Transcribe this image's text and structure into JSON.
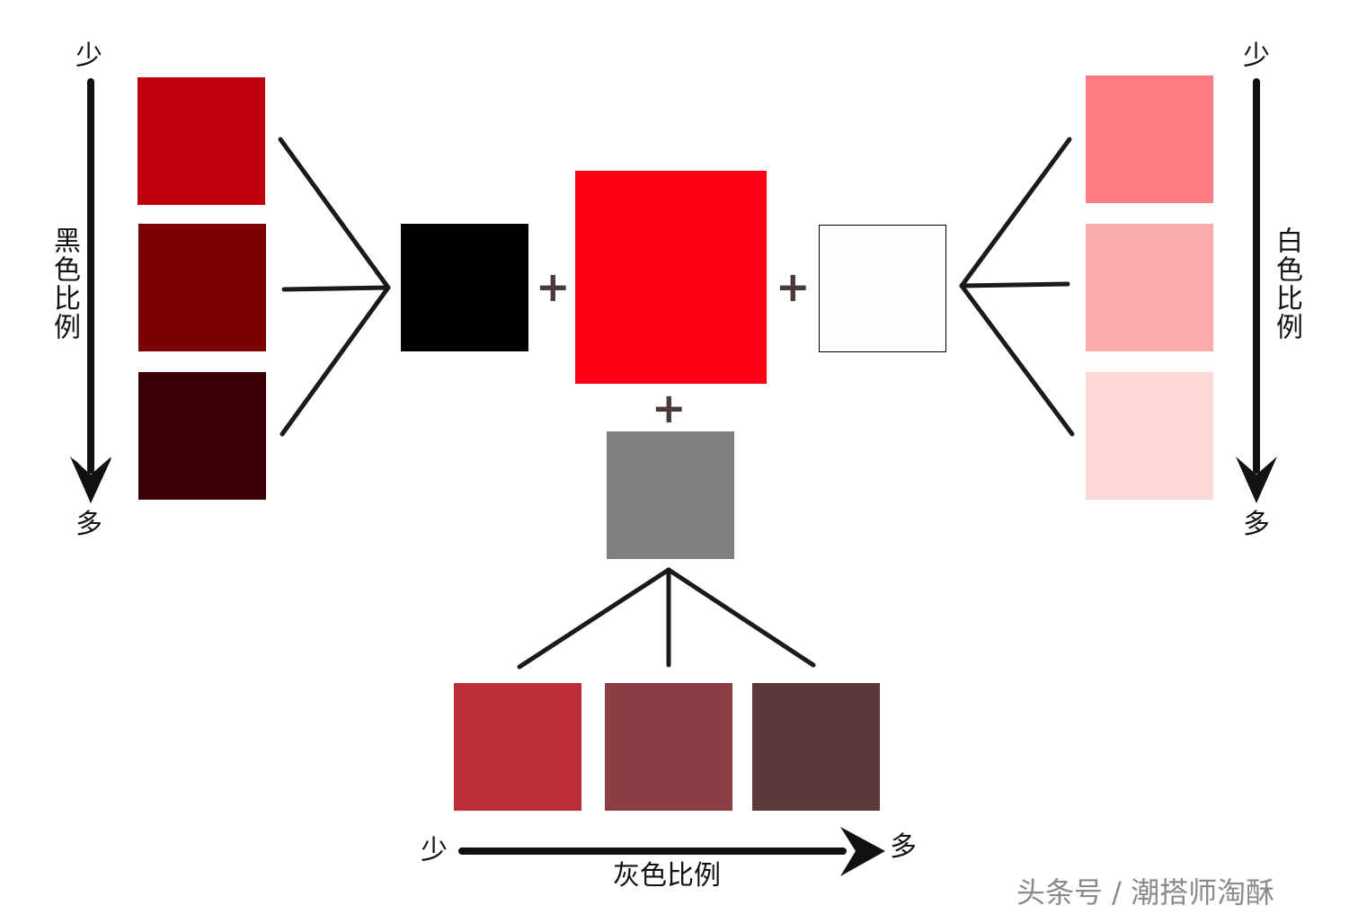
{
  "colors": {
    "base_black": "#000000",
    "base_red": "#ff0012",
    "base_white": "#fdfdfd",
    "base_gray": "#808080",
    "black_mix": [
      "#c0000c",
      "#7a0006",
      "#3a0004"
    ],
    "white_mix": [
      "#ff7d80",
      "#fdabad",
      "#ffd7d8"
    ],
    "gray_mix": [
      "#bd2e38",
      "#8b3e44",
      "#5b3a3c"
    ]
  },
  "operators": {
    "plus_left": "+",
    "plus_right": "+",
    "plus_bottom": "+"
  },
  "black_axis": {
    "top": "少",
    "bottom": "多",
    "title": "黑色比例"
  },
  "white_axis": {
    "top": "少",
    "bottom": "多",
    "title": "白色比例"
  },
  "gray_axis": {
    "left": "少",
    "right": "多",
    "title": "灰色比例"
  },
  "watermark": "头条号 / 潮搭师淘酥"
}
